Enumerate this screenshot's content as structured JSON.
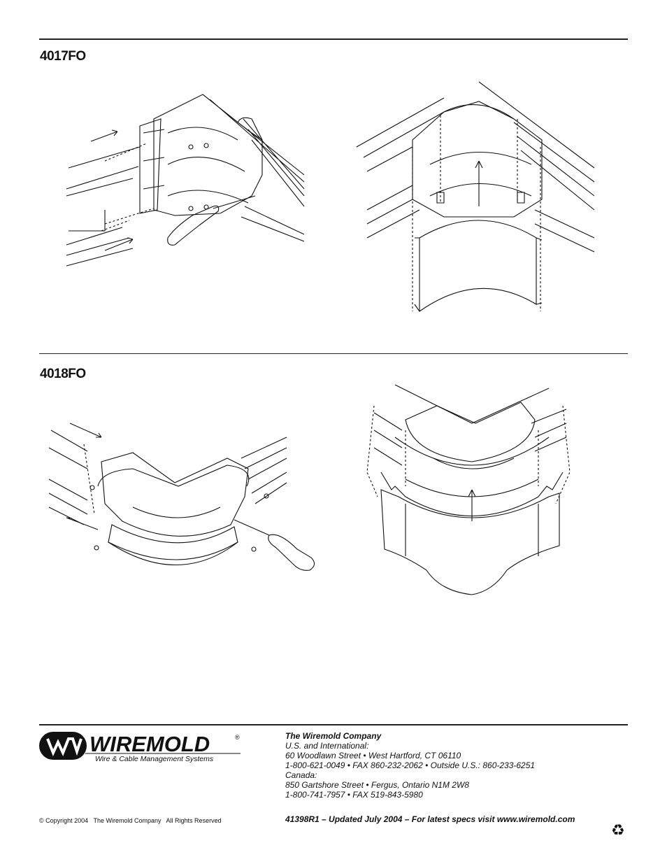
{
  "sections": [
    {
      "title": "4017FO"
    },
    {
      "title": "4018FO"
    }
  ],
  "logo": {
    "wordmark": "WIREMOLD",
    "registered": "®",
    "tagline": "Wire & Cable Management Systems"
  },
  "address": {
    "company": "The Wiremold Company",
    "lines": [
      "U.S. and International:",
      "60 Woodlawn Street  •  West Hartford, CT 06110",
      "1-800-621-0049  •  FAX 860-232-2062  •  Outside U.S.: 860-233-6251",
      "Canada:",
      "850 Gartshore Street  •  Fergus, Ontario N1M 2W8",
      "1-800-741-7957  •  FAX 519-843-5980"
    ]
  },
  "copyright": "© Copyright 2004   The Wiremold Company   All Rights Reserved",
  "doc_id": "41398R1 – Updated July 2004 – For latest specs visit www.wiremold.com",
  "icons": {
    "recycle": "♻"
  }
}
